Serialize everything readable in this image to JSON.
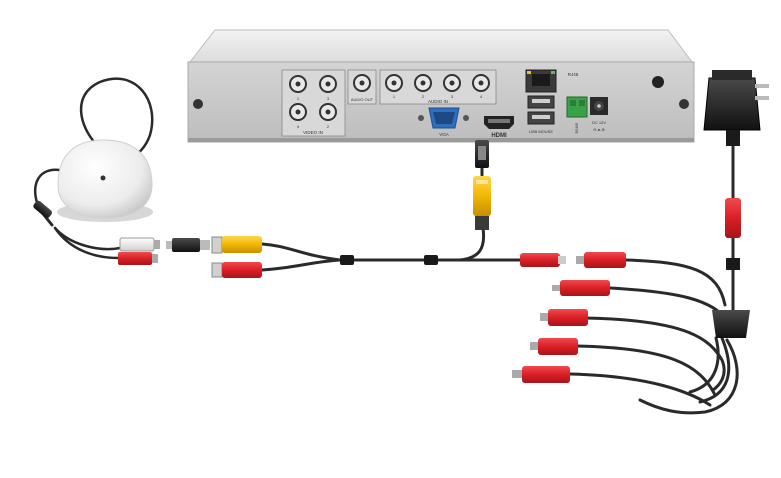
{
  "dvr": {
    "port_labels": {
      "video_in": "VIDEO IN",
      "audio_out": "AUDIO OUT",
      "audio_in": "AUDIO IN",
      "vga": "VGA",
      "hdmi": "HDMI",
      "usb_mouse": "USB MOUSE",
      "rj45": "RJ45",
      "dc": "DC 12V",
      "rs485": "RS485"
    },
    "video_channel_numbers": [
      "1",
      "3",
      "4",
      "2"
    ],
    "audio_channel_numbers": [
      "1",
      "2",
      "3",
      "4"
    ]
  },
  "colors": {
    "chassis": "#e6e6e6",
    "rear_panel": "#c9c9c9",
    "cable": "#2a2a2a",
    "rca_red": "#d91f26",
    "rca_yellow": "#f2b705",
    "rca_white": "#f4f4f4",
    "terminal_green": "#3aa04a",
    "adapter_black": "#1c1c1c"
  },
  "icons": [
    "bnc-connector-icon",
    "rca-plug-icon",
    "vga-port-icon",
    "hdmi-port-icon",
    "usb-port-icon",
    "rj45-port-icon",
    "power-adapter-icon",
    "microphone-icon"
  ]
}
